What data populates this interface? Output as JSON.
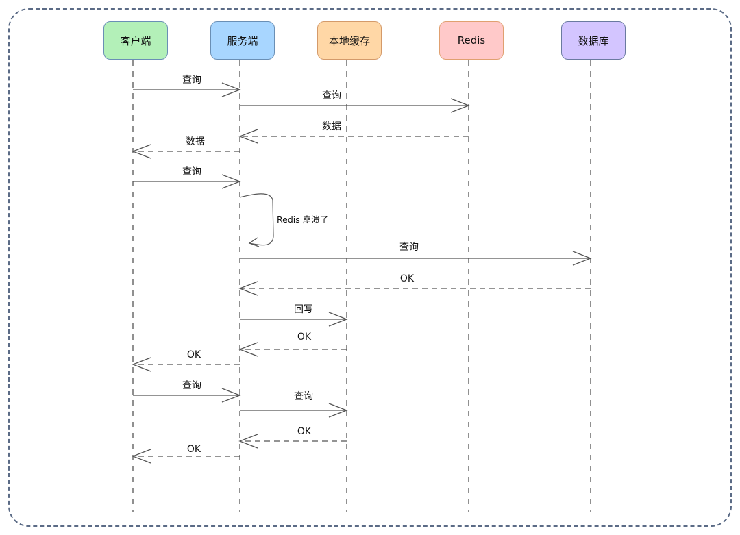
{
  "diagram": {
    "type": "sequence",
    "participants": [
      {
        "id": "client",
        "label": "客户端",
        "fill": "#b3f0b8",
        "stroke": "#6a8fb5"
      },
      {
        "id": "server",
        "label": "服务端",
        "fill": "#a8d6ff",
        "stroke": "#6a8fb5"
      },
      {
        "id": "local_cache",
        "label": "本地缓存",
        "fill": "#ffd7a6",
        "stroke": "#d49a6a"
      },
      {
        "id": "redis",
        "label": "Redis",
        "fill": "#ffc9c9",
        "stroke": "#e0a070"
      },
      {
        "id": "database",
        "label": "数据库",
        "fill": "#d3c5ff",
        "stroke": "#6a7aa0"
      }
    ],
    "messages": [
      {
        "from": "client",
        "to": "server",
        "label": "查询",
        "style": "solid"
      },
      {
        "from": "server",
        "to": "redis",
        "label": "查询",
        "style": "solid"
      },
      {
        "from": "redis",
        "to": "server",
        "label": "数据",
        "style": "dashed"
      },
      {
        "from": "server",
        "to": "client",
        "label": "数据",
        "style": "dashed"
      },
      {
        "from": "client",
        "to": "server",
        "label": "查询",
        "style": "solid"
      },
      {
        "from": "server",
        "to": "server",
        "label": "Redis 崩溃了",
        "style": "self"
      },
      {
        "from": "server",
        "to": "database",
        "label": "查询",
        "style": "solid"
      },
      {
        "from": "database",
        "to": "server",
        "label": "OK",
        "style": "dashed"
      },
      {
        "from": "server",
        "to": "local_cache",
        "label": "回写",
        "style": "solid"
      },
      {
        "from": "local_cache",
        "to": "server",
        "label": "OK",
        "style": "dashed"
      },
      {
        "from": "server",
        "to": "client",
        "label": "OK",
        "style": "dashed"
      },
      {
        "from": "client",
        "to": "server",
        "label": "查询",
        "style": "solid"
      },
      {
        "from": "server",
        "to": "local_cache",
        "label": "查询",
        "style": "solid"
      },
      {
        "from": "local_cache",
        "to": "server",
        "label": "OK",
        "style": "dashed"
      },
      {
        "from": "server",
        "to": "client",
        "label": "OK",
        "style": "dashed"
      }
    ]
  },
  "colors": {
    "frame": "#5b6b86",
    "lines": "#555555"
  }
}
